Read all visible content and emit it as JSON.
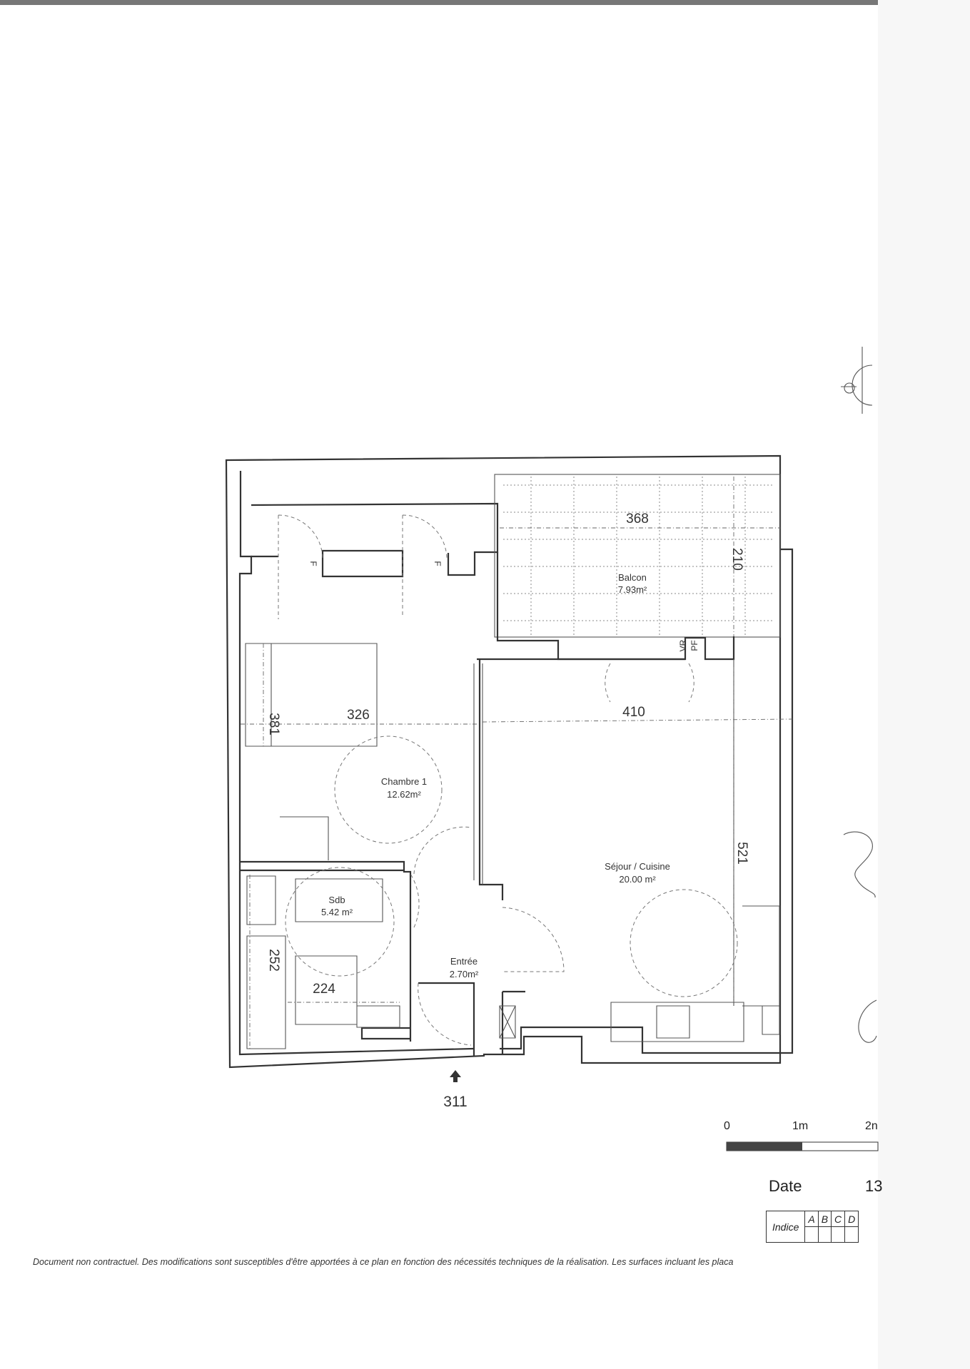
{
  "rooms": [
    {
      "name": "Chambre 1",
      "area": "12.62m²"
    },
    {
      "name": "Sdb",
      "area": "5.42 m²"
    },
    {
      "name": "Entrée",
      "area": "2.70m²"
    },
    {
      "name": "Séjour / Cuisine",
      "area": "20.00 m²"
    },
    {
      "name": "Balcon",
      "area": "7.93m²"
    }
  ],
  "dimensions": [
    "368",
    "210",
    "326",
    "410",
    "381",
    "521",
    "252",
    "224"
  ],
  "window_labels": [
    "F",
    "F",
    "VR",
    "PF"
  ],
  "entrance_number": "311",
  "scale": {
    "zero": "0",
    "one": "1m",
    "two": "2n"
  },
  "date": {
    "label": "Date",
    "value": "13"
  },
  "indice": {
    "label": "Indice",
    "columns": [
      "A",
      "B",
      "C",
      "D"
    ]
  },
  "disclaimer": "Document non contractuel. Des modifications sont susceptibles d'être apportées à ce plan en fonction des nécessités techniques de la réalisation. Les surfaces incluant les placa",
  "colors": {
    "ink": "#333333",
    "scan_border": "#777777"
  }
}
